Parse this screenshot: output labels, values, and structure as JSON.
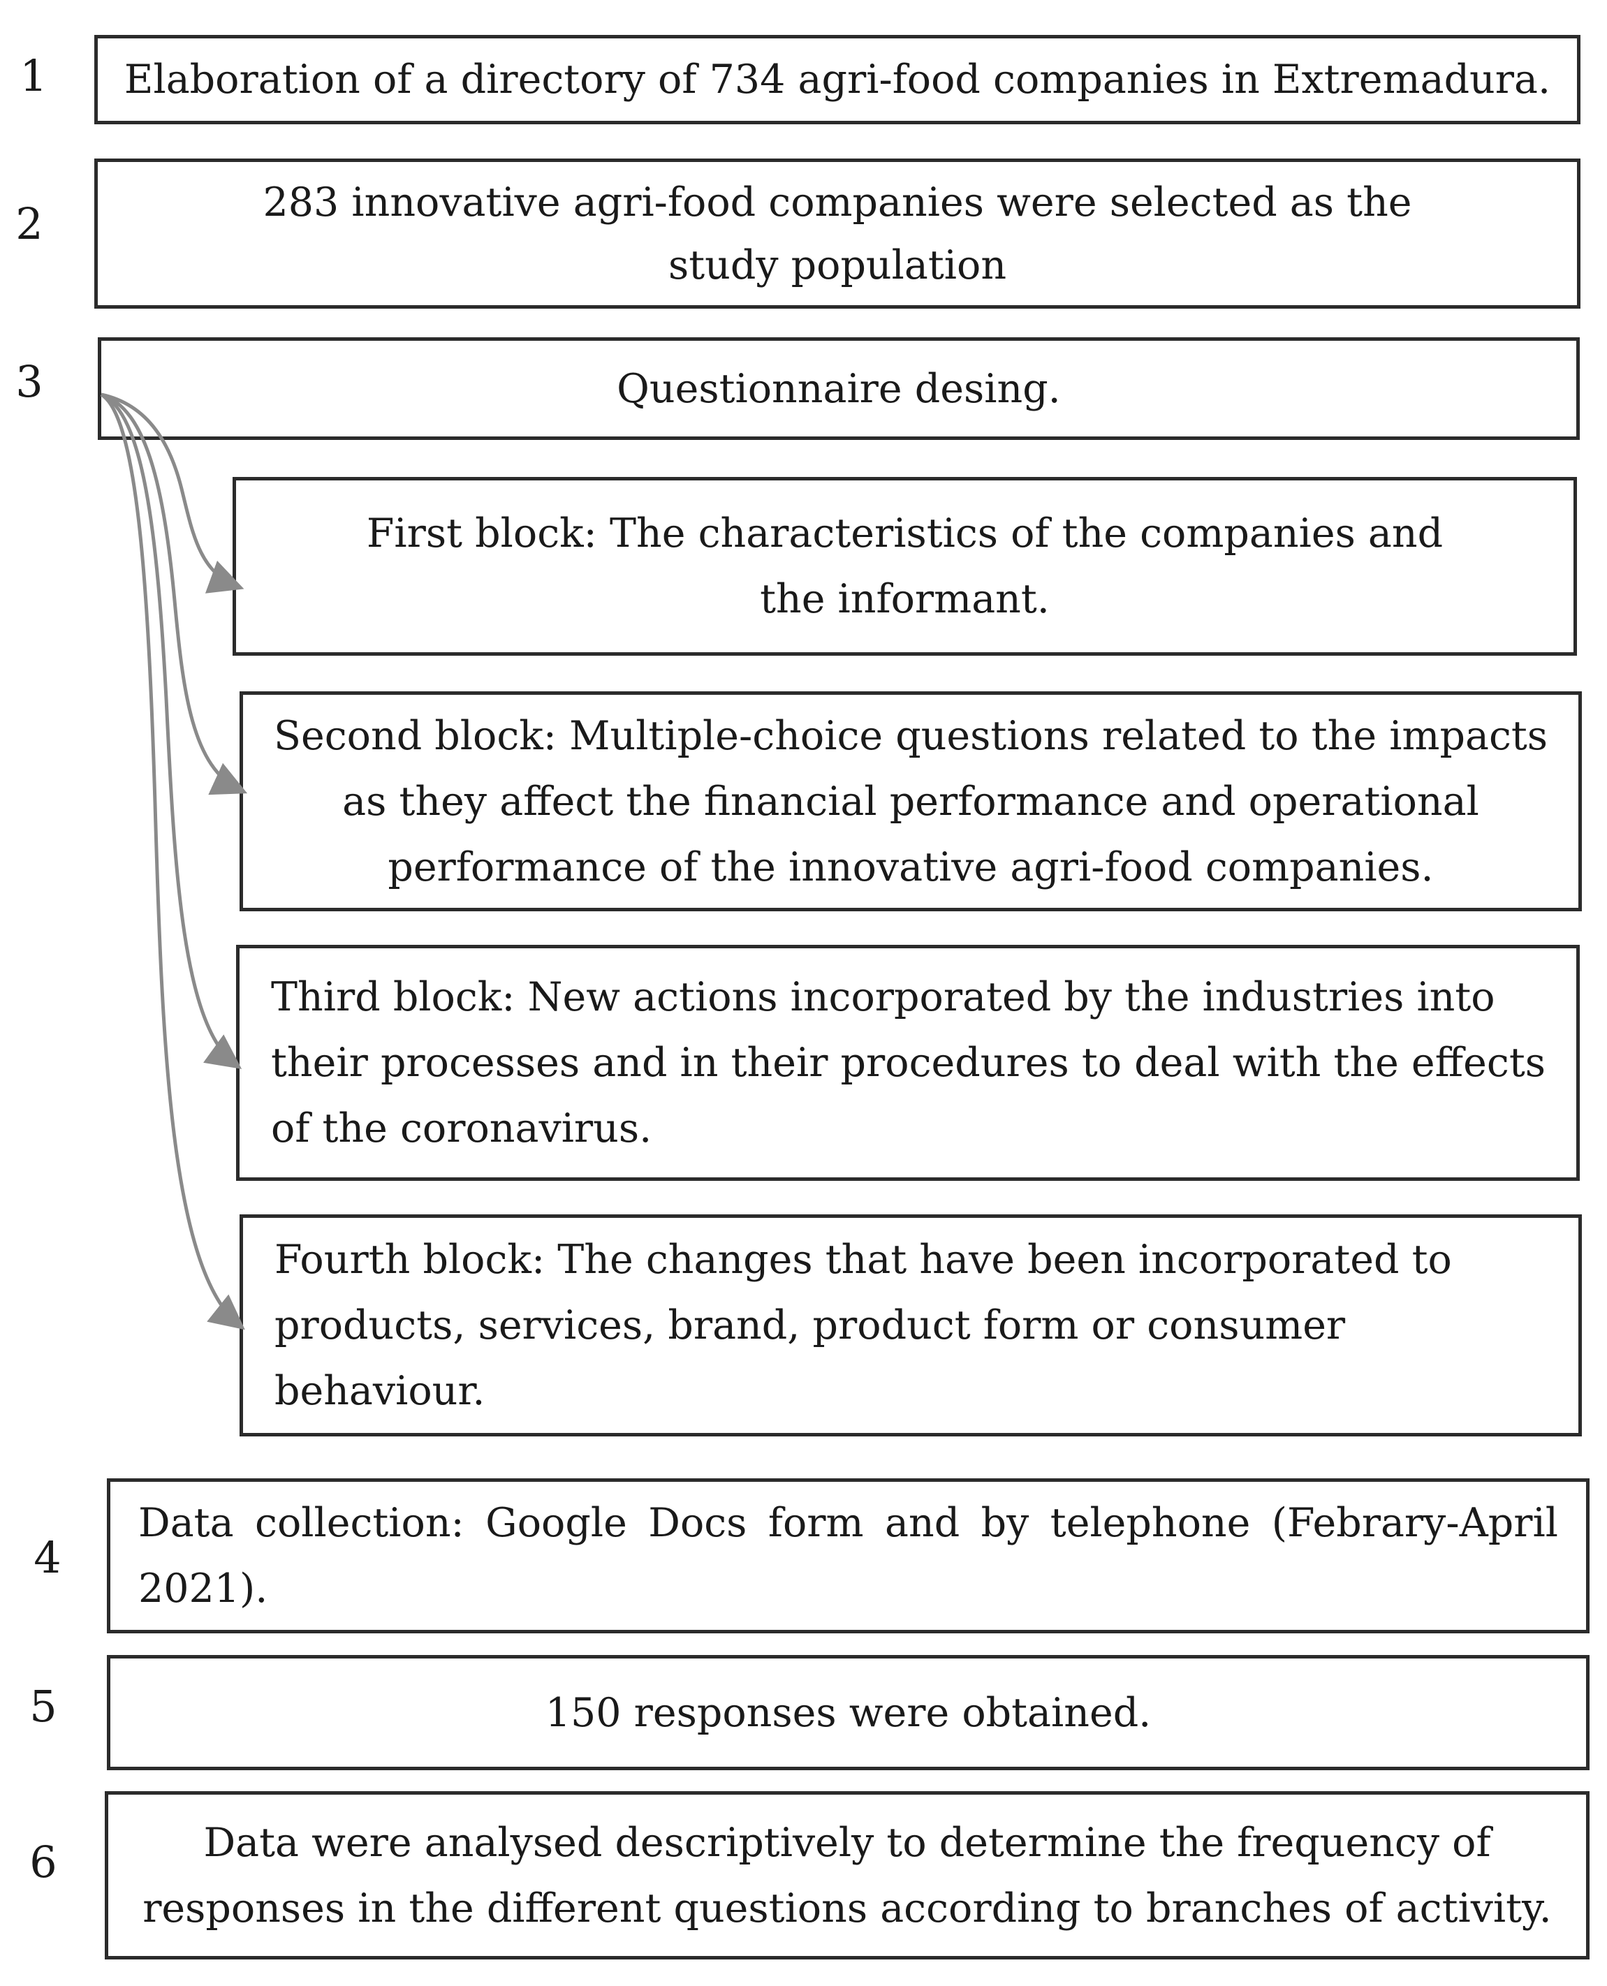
{
  "steps": [
    {
      "number": "1",
      "text": "Elaboration of a directory of 734 agri-food companies in Extremadura."
    },
    {
      "number": "2",
      "text": "283 innovative agri-food companies were selected as the study population"
    },
    {
      "number": "3",
      "text": "Questionnaire desing."
    },
    {
      "number": "4",
      "text": "Data collection: Google Docs form and by telephone (Febrary-April 2021)."
    },
    {
      "number": "5",
      "text": "150 responses were obtained."
    },
    {
      "number": "6",
      "text": "Data were analysed descriptively to determine the frequency of responses in the different questions according to branches of activity."
    }
  ],
  "blocks": [
    {
      "text": "First block: The characteristics of the companies and the informant."
    },
    {
      "text": "Second block: Multiple-choice questions related to the impacts as they affect the financial performance and operational performance of the innovative agri-food companies."
    },
    {
      "text": "Third block: New actions incorporated by the industries into their processes and in their procedures to deal with the effects of the coronavirus."
    },
    {
      "text": "Fourth block: The changes that have been incorporated to products, services, brand, product form or consumer behaviour."
    }
  ],
  "colors": {
    "border": "#2b2b2b",
    "arrow": "#8a8a8a",
    "text": "#1a1a1a"
  }
}
